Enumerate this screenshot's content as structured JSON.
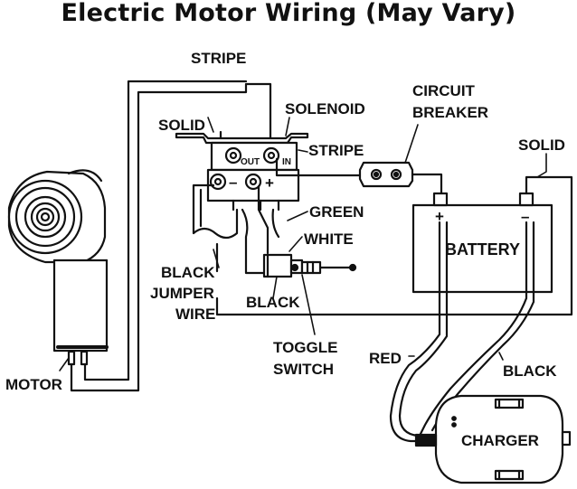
{
  "title": "Electric Motor Wiring (May Vary)",
  "labels": {
    "stripe_top": "STRIPE",
    "solid_left": "SOLID",
    "solenoid": "SOLENOID",
    "stripe_mid": "STRIPE",
    "circuit_breaker_line1": "CIRCUIT",
    "circuit_breaker_line2": "BREAKER",
    "solid_right": "SOLID",
    "green": "GREEN",
    "white": "WHITE",
    "black_jumper_line1": "BLACK",
    "black_jumper_line2": "JUMPER",
    "black_jumper_line3": "WIRE",
    "black_toggle": "BLACK",
    "toggle_switch_line1": "TOGGLE",
    "toggle_switch_line2": "SWITCH",
    "motor": "MOTOR",
    "red": "RED",
    "black_charger": "BLACK",
    "battery": "BATTERY",
    "charger": "CHARGER",
    "terminal_out": "OUT",
    "terminal_in": "IN",
    "terminal_minus": "–",
    "terminal_plus": "+",
    "battery_plus": "+",
    "battery_minus": "–"
  }
}
